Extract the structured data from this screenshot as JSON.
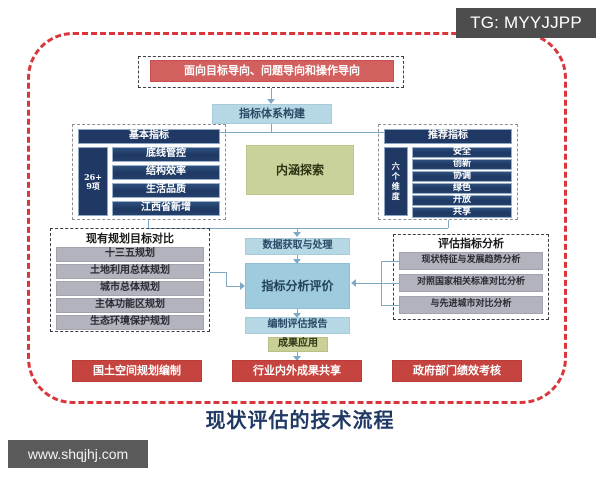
{
  "badge": {
    "text": "TG: MYYJJPP"
  },
  "watermark": {
    "text": "www.shqjhj.com"
  },
  "caption": {
    "text": "现状评估的技术流程"
  },
  "top": {
    "orientation_box": "面向目标导向、问题导向和操作导向",
    "system_box": "指标体系构建"
  },
  "left_panel": {
    "header": "基本指标",
    "side_label_line1": "26+",
    "side_label_line2": "9项",
    "items": [
      "底线管控",
      "结构效率",
      "生活品质",
      "江西省新增"
    ]
  },
  "center_green": {
    "text": "内涵探索"
  },
  "right_panel": {
    "header": "推荐指标",
    "side_label": "六个维度",
    "items": [
      "安全",
      "创新",
      "协调",
      "绿色",
      "开放",
      "共享"
    ]
  },
  "center_flow": {
    "data_box": "数据获取与处理",
    "analysis_box": "指标分析评价",
    "report_box": "编制评估报告",
    "result_box": "成果应用"
  },
  "existing_plans": {
    "title": "现有规划目标对比",
    "items": [
      "十三五规划",
      "土地利用总体规划",
      "城市总体规划",
      "主体功能区规划",
      "生态环境保护规划"
    ]
  },
  "indicator_analysis": {
    "title": "评估指标分析",
    "items": [
      "现状特征与发展趋势分析",
      "对照国家相关标准对比分析",
      "与先进城市对比分析"
    ]
  },
  "bottom_apps": [
    "国土空间规划编制",
    "行业内外成果共享",
    "政府部门绩效考核"
  ],
  "colors": {
    "frame_red": "#d9353a",
    "dark_blue": "#1f3864",
    "light_blue": "#b6d7e4",
    "mid_blue": "#9ecbdd",
    "green": "#c9d29b",
    "gray": "#b3b3bd",
    "red": "#d2605e",
    "red_solid": "#c6443f"
  }
}
